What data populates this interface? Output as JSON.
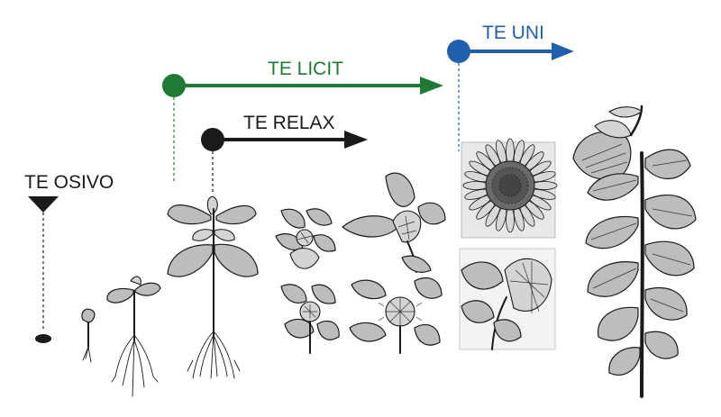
{
  "stages": [
    {
      "id": "te-osivo",
      "label": "TE OSIVO",
      "color": "#1a1a1a"
    },
    {
      "id": "te-relax",
      "label": "TE RELAX",
      "color": "#1a1a1a"
    },
    {
      "id": "te-licit",
      "label": "TE LICIT",
      "color": "#1e7a34"
    },
    {
      "id": "te-uni",
      "label": "TE UNI",
      "color": "#1f5fae"
    }
  ]
}
